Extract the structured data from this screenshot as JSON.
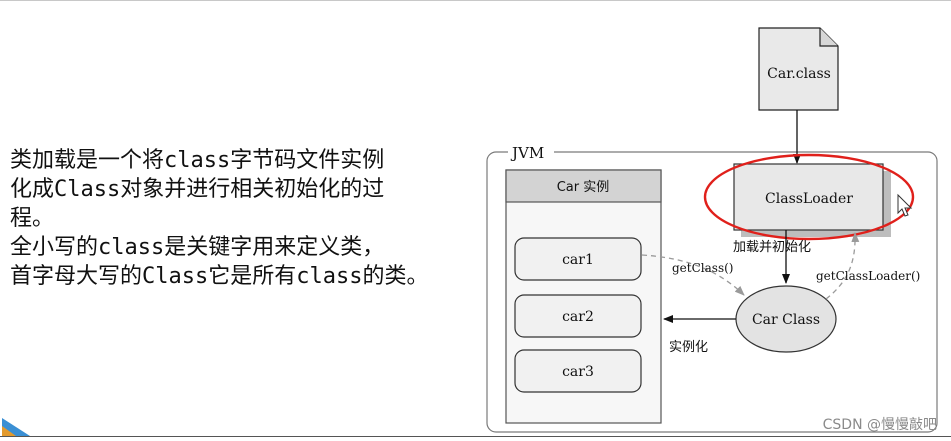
{
  "description": {
    "lines": [
      "类加载是一个将class字节码文件实例",
      "化成Class对象并进行相关初始化的过",
      "程。",
      "全小写的class是关键字用来定义类，",
      "首字母大写的Class它是所有class的类。"
    ]
  },
  "diagram": {
    "file_label": "Car.class",
    "jvm_label": "JVM",
    "instance_panel_title": "Car 实例",
    "instances": [
      "car1",
      "car2",
      "car3"
    ],
    "classloader_label": "ClassLoader",
    "carclass_label": "Car Class",
    "load_edge_label": "加载并初始化",
    "getclass_label": "getClass()",
    "getclassloader_label": "getClassLoader()",
    "instantiate_label": "实例化",
    "highlight_color": "#e0201b"
  },
  "watermark": "CSDN @慢慢敲吧"
}
